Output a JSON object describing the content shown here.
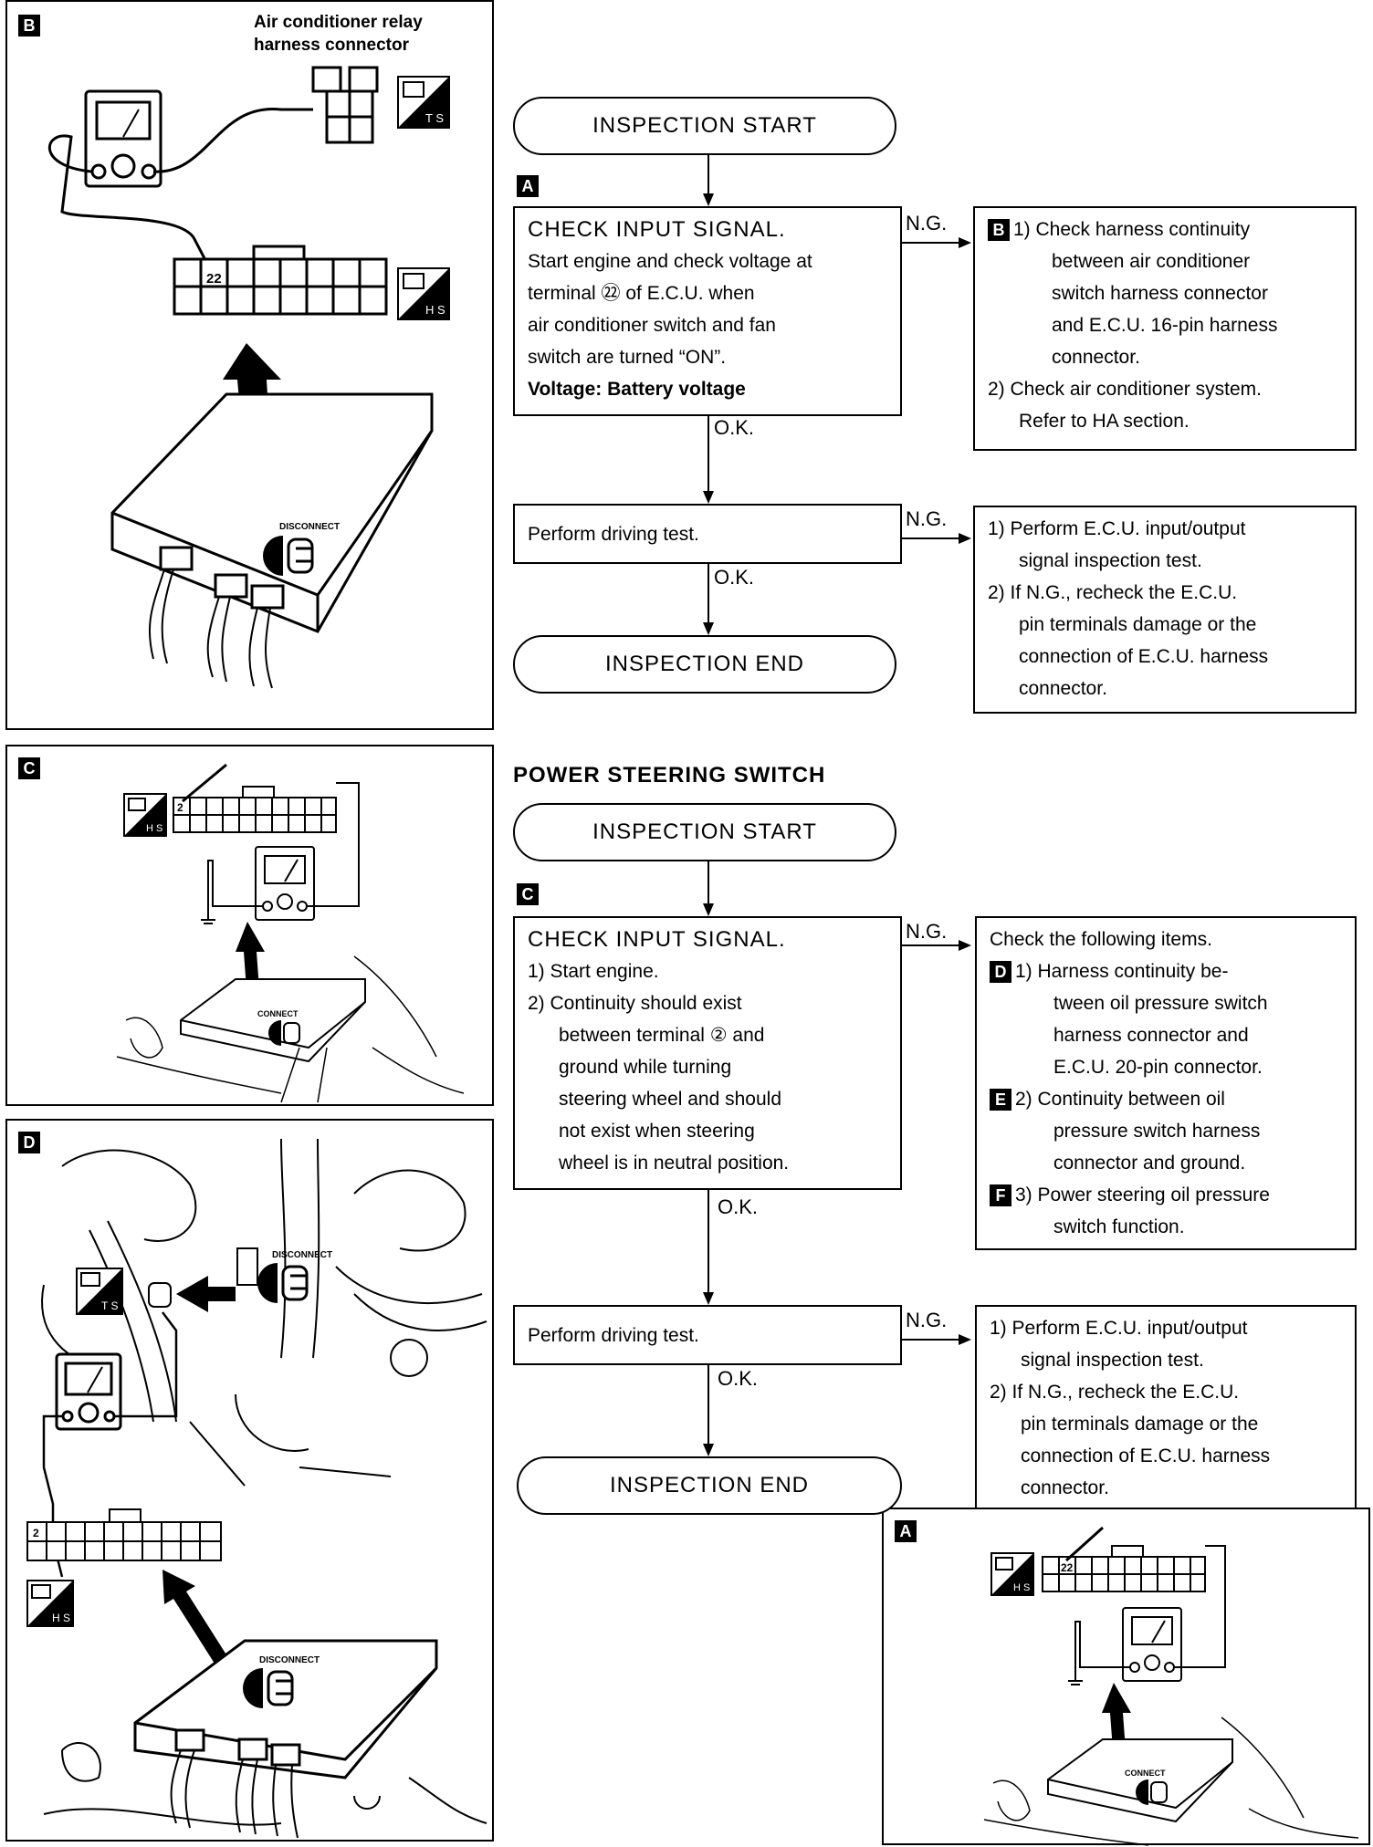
{
  "panels": {
    "b": {
      "tag": "B",
      "caption_line1": "Air conditioner relay",
      "caption_line2": "harness connector",
      "terminal": "22",
      "ts": "T S",
      "hs": "H S",
      "disconnect": "DISCONNECT"
    },
    "c": {
      "tag": "C",
      "terminal": "2",
      "hs": "H S",
      "connect": "CONNECT"
    },
    "d": {
      "tag": "D",
      "terminal": "2",
      "ts": "T S",
      "hs": "H S",
      "disconnect1": "DISCONNECT",
      "disconnect2": "DISCONNECT"
    },
    "a": {
      "tag": "A",
      "terminal": "22",
      "hs": "H S",
      "connect": "CONNECT"
    }
  },
  "flow1": {
    "start": "INSPECTION START",
    "tag_a": "A",
    "check": {
      "title": "CHECK  INPUT  SIGNAL.",
      "lines": [
        "Start engine and check voltage at",
        "terminal ㉒ of E.C.U. when",
        "air conditioner switch and fan",
        "switch are turned “ON”."
      ],
      "voltage": "Voltage:  Battery voltage"
    },
    "ng1": "N.G.",
    "ok1": "O.K.",
    "ng1_box": {
      "tag": "B",
      "item1": [
        "1) Check harness continuity",
        "between air conditioner",
        "switch harness connector",
        "and E.C.U. 16-pin harness",
        "connector."
      ],
      "item2": [
        "2) Check air conditioner system.",
        "Refer to HA section."
      ]
    },
    "drive": "Perform driving test.",
    "ng2": "N.G.",
    "ok2": "O.K.",
    "ng2_box": {
      "item1": [
        "1) Perform E.C.U. input/output",
        "signal inspection test."
      ],
      "item2": [
        "2) If N.G., recheck the E.C.U.",
        "pin terminals damage or the",
        "connection of E.C.U. harness",
        "connector."
      ]
    },
    "end": "INSPECTION  END"
  },
  "section_title": "POWER  STEERING  SWITCH",
  "flow2": {
    "start": "INSPECTION  START",
    "tag_c": "C",
    "check": {
      "title": "CHECK  INPUT  SIGNAL.",
      "step1": "1) Start engine.",
      "step2": [
        "2) Continuity should exist",
        "between terminal ② and",
        "ground while turning",
        "steering wheel and should",
        "not exist when steering",
        "wheel is in neutral position."
      ]
    },
    "ng1": "N.G.",
    "ok1": "O.K.",
    "ng1_box": {
      "head": "Check the following items.",
      "tag_d": "D",
      "item1": [
        "1) Harness continuity be-",
        "tween oil pressure switch",
        "harness connector and",
        "E.C.U. 20-pin connector."
      ],
      "tag_e": "E",
      "item2": [
        "2) Continuity between oil",
        "pressure switch harness",
        "connector and ground."
      ],
      "tag_f": "F",
      "item3": [
        "3) Power steering oil pressure",
        "switch function."
      ]
    },
    "drive": "Perform driving test.",
    "ng2": "N.G.",
    "ok2": "O.K.",
    "ng2_box": {
      "item1": [
        "1) Perform E.C.U. input/output",
        "signal inspection test."
      ],
      "item2": [
        "2) If N.G., recheck the E.C.U.",
        "pin terminals damage or the",
        "connection of E.C.U. harness",
        "connector."
      ]
    },
    "end": "INSPECTION  END"
  }
}
